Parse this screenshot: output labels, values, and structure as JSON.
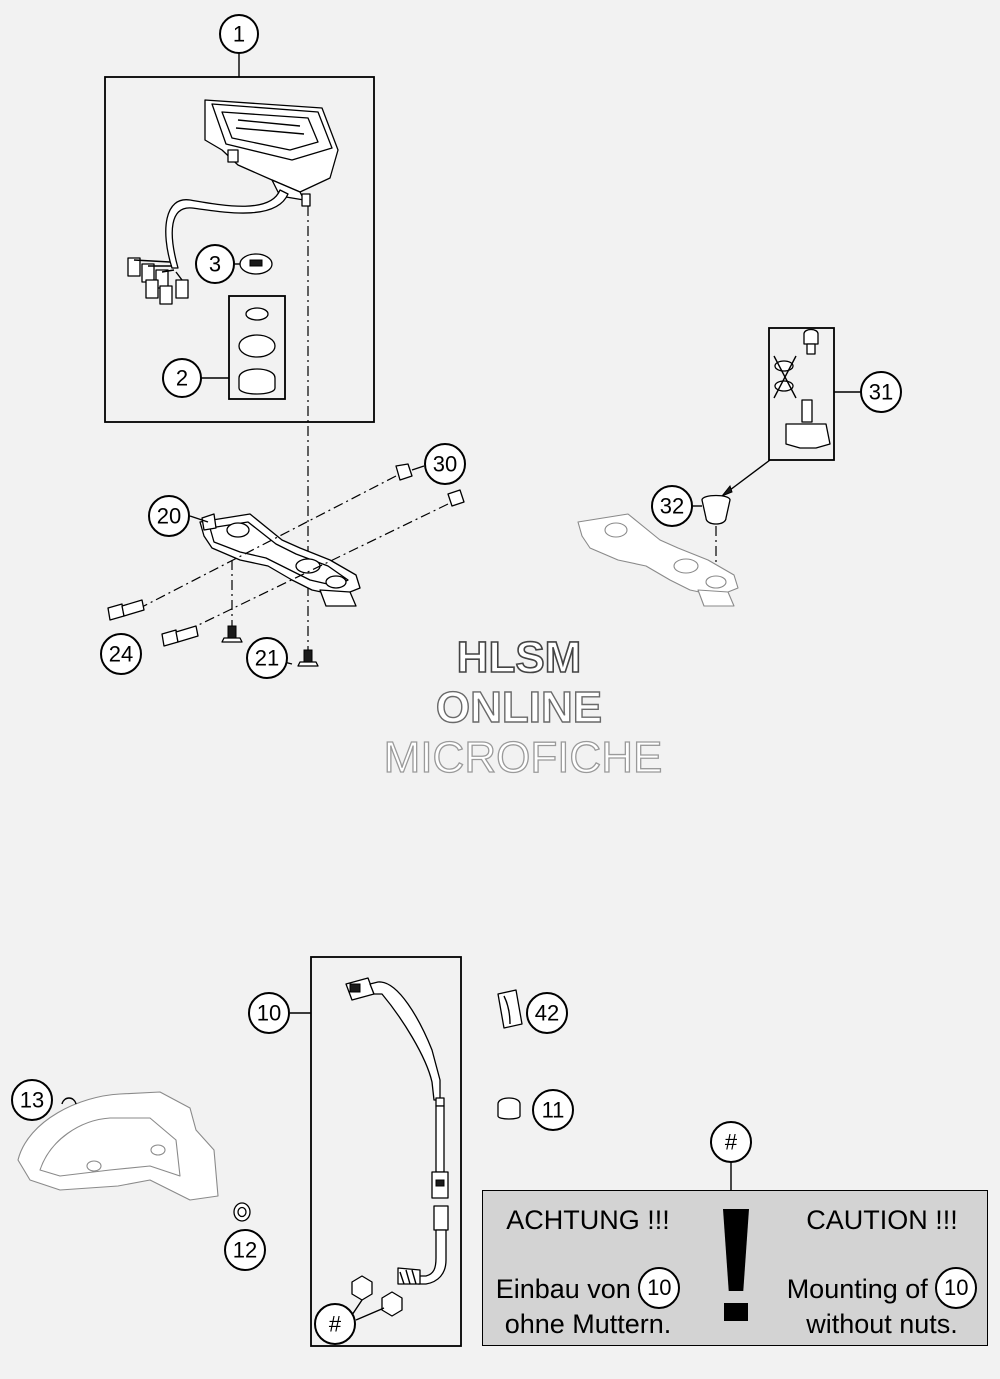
{
  "callouts": {
    "c1": "1",
    "c2": "2",
    "c3": "3",
    "c10": "10",
    "c11": "11",
    "c12": "12",
    "c13": "13",
    "c20": "20",
    "c21": "21",
    "c24": "24",
    "c30": "30",
    "c31": "31",
    "c32": "32",
    "c42": "42",
    "hash1": "#",
    "hash2": "#"
  },
  "watermark": {
    "line1": "HLSM",
    "line2": "ONLINE",
    "line3": "MICROFICHE"
  },
  "notice": {
    "de_heading": "ACHTUNG !!!",
    "de_line1_pre": "Einbau von",
    "de_ref": "10",
    "de_line2": "ohne Muttern.",
    "en_heading": "CAUTION !!!",
    "en_line1_pre": "Mounting of",
    "en_ref": "10",
    "en_line2": "without nuts."
  }
}
